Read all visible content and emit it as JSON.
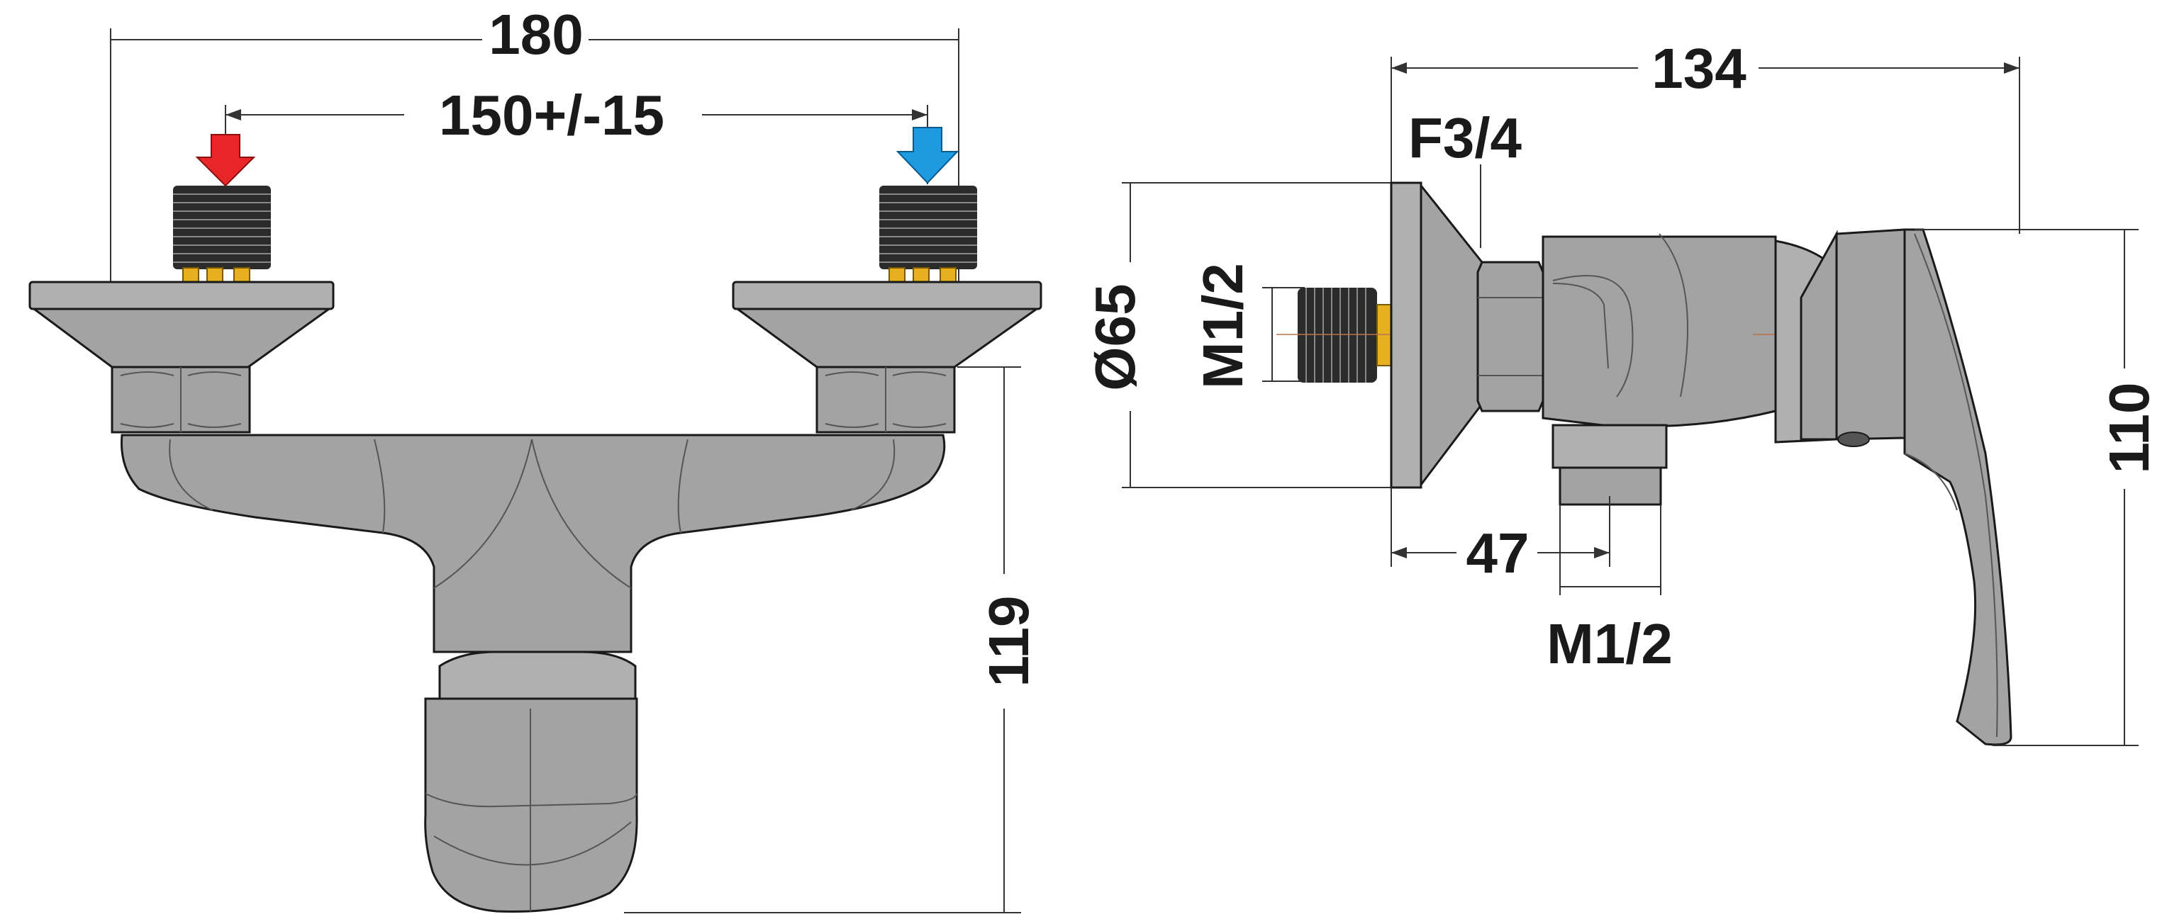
{
  "dimensions": {
    "overall_width": "180",
    "center_distance": "150+/-15",
    "height_front": "119",
    "depth": "134",
    "outlet_thread": "F3/4",
    "rosette_diameter": "Ø65",
    "inlet_thread": "M1/2",
    "outlet_offset": "47",
    "bottom_thread": "M1/2",
    "height_side": "110"
  },
  "indicators": {
    "hot_color": "#e8262a",
    "cold_color": "#1e9be0",
    "hot_icon": "hot-inlet-arrow-icon",
    "cold_icon": "cold-inlet-arrow-icon"
  }
}
